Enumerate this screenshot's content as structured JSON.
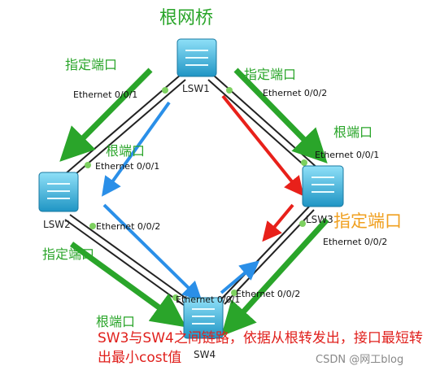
{
  "title": "根网桥",
  "switches": [
    {
      "id": "LSW1",
      "name": "LSW1"
    },
    {
      "id": "LSW2",
      "name": "LSW2"
    },
    {
      "id": "LSW3",
      "name": "LSW3"
    },
    {
      "id": "LSW4",
      "name": "SW4"
    }
  ],
  "ports": {
    "lsw1_left": "Ethernet 0/0/1",
    "lsw1_right": "Ethernet 0/0/2",
    "lsw2_top": "Ethernet 0/0/1",
    "lsw2_bottom": "Ethernet 0/0/2",
    "lsw3_top": "Ethernet 0/0/1",
    "lsw3_bottom": "Ethernet 0/0/2",
    "lsw4_left": "Ethernet 0/0/1",
    "lsw4_right": "Ethernet 0/0/2"
  },
  "roles": {
    "lsw1_left": "指定端口",
    "lsw1_right": "指定端口",
    "lsw2_root": "根端口",
    "lsw2_designated": "指定端口",
    "lsw3_root": "根端口",
    "lsw3_designated": "指定端口",
    "lsw4_root": "根端口"
  },
  "note": "SW3与SW4之间链路，依据从根转发出，接口最短转出最小cost值",
  "watermark": "CSDN @网工blog",
  "colors": {
    "green": "#2aa52a",
    "blue": "#2a8fe8",
    "red": "#e8201a",
    "orange": "#f0a020",
    "switch": "#3fb1d8"
  }
}
